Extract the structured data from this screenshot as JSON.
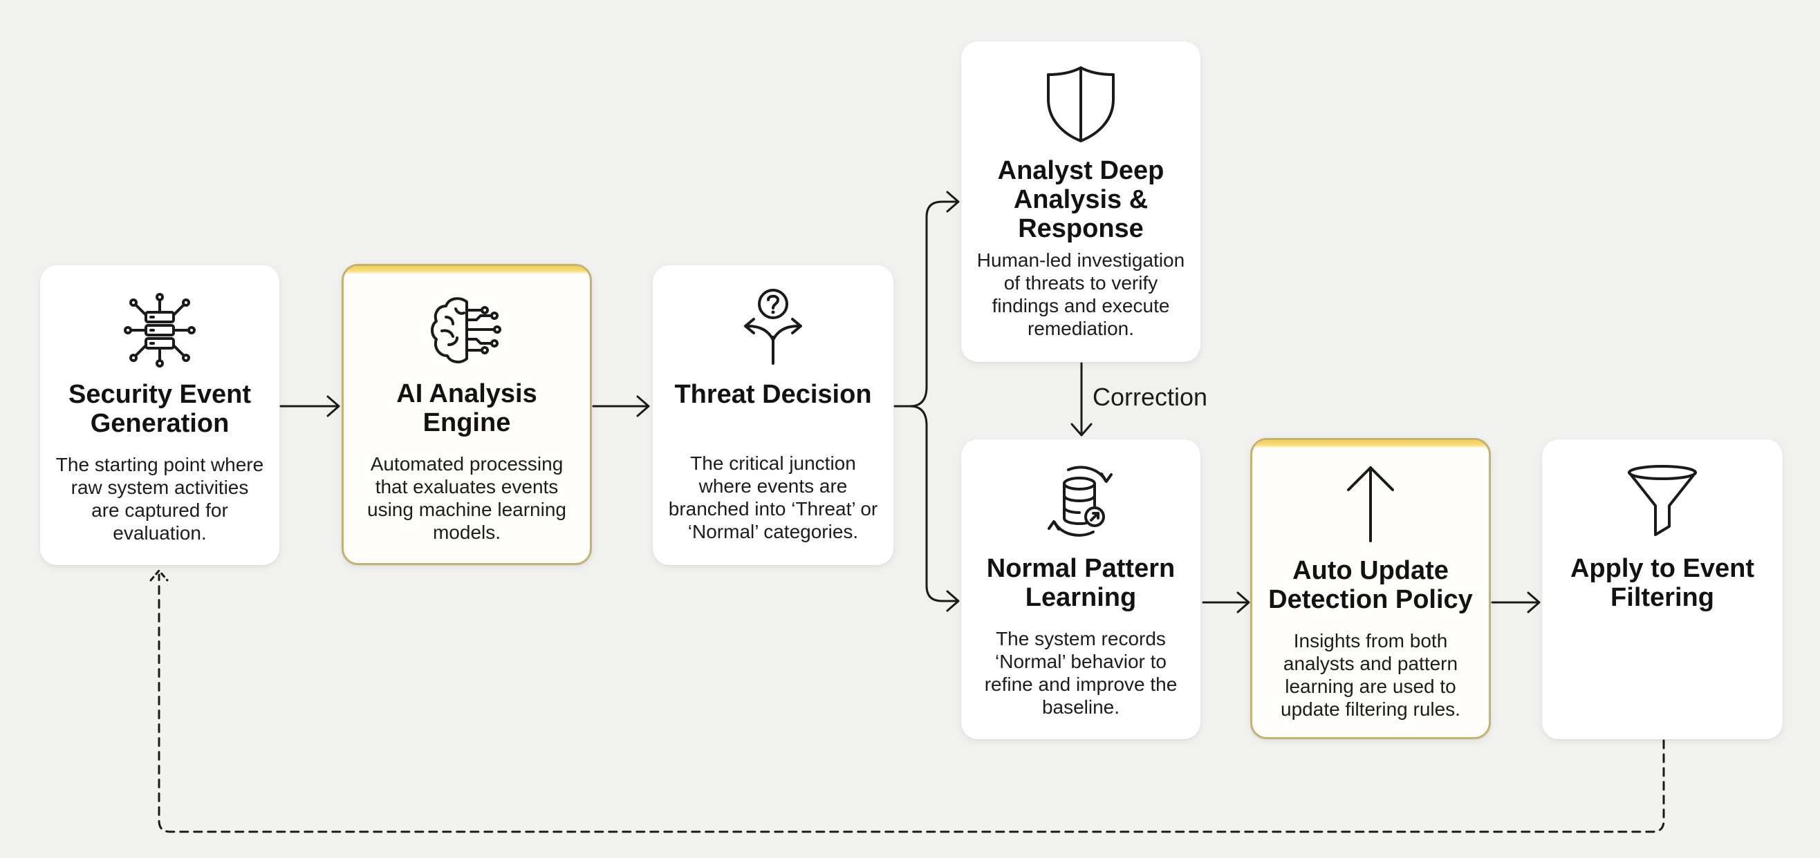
{
  "nodes": {
    "security_event": {
      "title": "Security Event Generation",
      "desc": "The starting point where raw system activities are captured for evaluation.",
      "icon": "server-network-icon"
    },
    "ai_engine": {
      "title": "AI Analysis Engine",
      "desc": "Automated processing that exaluates events using machine learning models.",
      "icon": "brain-circuit-icon",
      "accent": "#f3cf55"
    },
    "threat_decision": {
      "title": "Threat Decision",
      "desc": "The critical junction where events are branched into ‘Threat’ or ‘Normal’ categories.",
      "icon": "question-fork-icon"
    },
    "analyst": {
      "title": "Analyst Deep Analysis & Response",
      "desc": "Human-led investigation of threats to verify findings and execute remediation.",
      "icon": "shield-icon"
    },
    "normal_pattern": {
      "title": "Normal Pattern Learning",
      "desc": "The system records ‘Normal’ behavior to refine and improve the baseline.",
      "icon": "database-cycle-icon"
    },
    "auto_update": {
      "title": "Auto Update Detection Policy",
      "desc": "Insights from both analysts and pattern learning are used to update filtering rules.",
      "icon": "arrow-up-icon",
      "accent": "#f3cf55"
    },
    "apply_filter": {
      "title": "Apply to Event Filtering",
      "icon": "funnel-icon"
    }
  },
  "edges": {
    "correction_label": "Correction"
  },
  "colors": {
    "background": "#f1f1ef",
    "card": "#ffffff",
    "accent_border": "#c4b275",
    "line": "#1a1a1a"
  }
}
